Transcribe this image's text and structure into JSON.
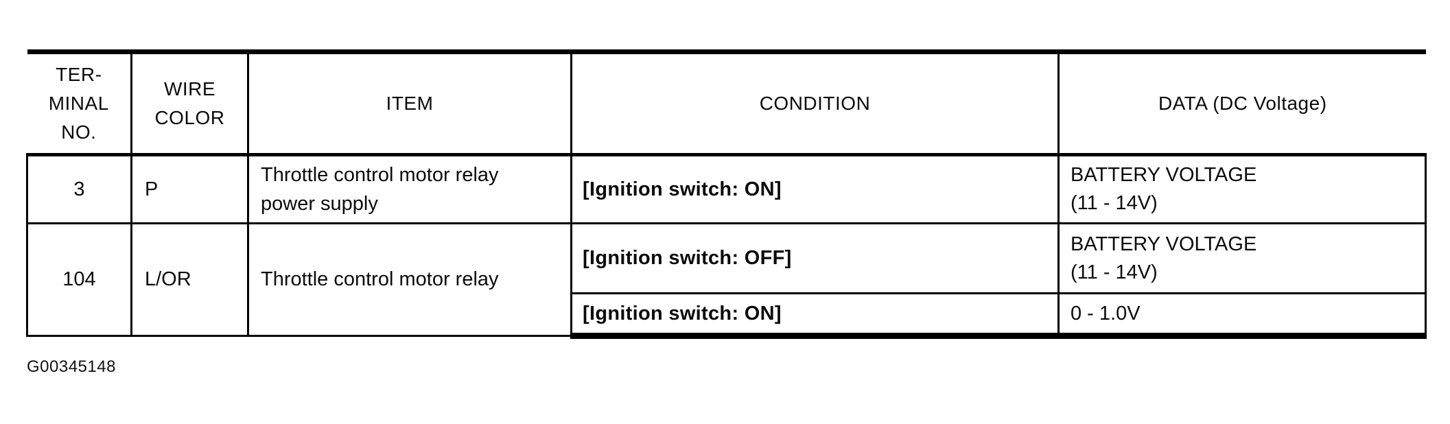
{
  "figure_id": "G00345148",
  "colors": {
    "ink": "#000000",
    "background": "#ffffff"
  },
  "table": {
    "headers": [
      "TER-\nMINAL\nNO.",
      "WIRE\nCOLOR",
      "ITEM",
      "CONDITION",
      "DATA (DC Voltage)"
    ],
    "rows": [
      {
        "terminal": "3",
        "wire_color": "P",
        "item": "Throttle control motor relay\npower supply",
        "conditions": [
          {
            "condition": "[Ignition switch: ON]",
            "data": "BATTERY VOLTAGE\n(11 - 14V)"
          }
        ]
      },
      {
        "terminal": "104",
        "wire_color": "L/OR",
        "item": "Throttle control motor relay",
        "conditions": [
          {
            "condition": "[Ignition switch: OFF]",
            "data": "BATTERY VOLTAGE\n(11 - 14V)"
          },
          {
            "condition": "[Ignition switch: ON]",
            "data": "0 - 1.0V"
          }
        ]
      }
    ]
  }
}
